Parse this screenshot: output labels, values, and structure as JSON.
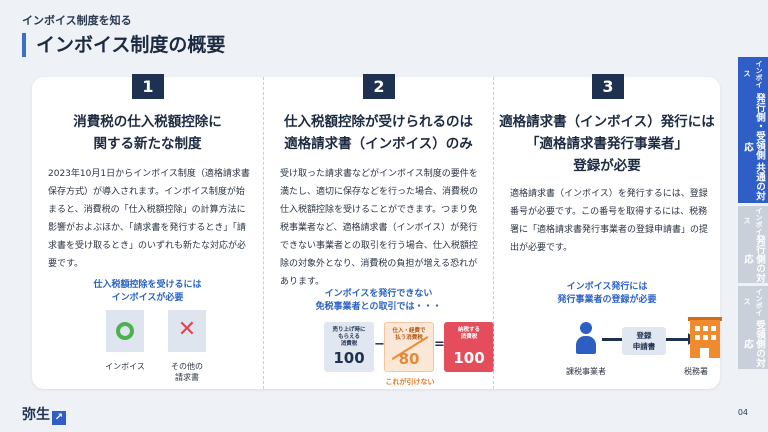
{
  "header": {
    "eyebrow": "インボイス制度を知る",
    "title": "インボイス制度の概要"
  },
  "columns": [
    {
      "number": "1",
      "heading": [
        "消費税の仕入税額控除に",
        "関する新たな制度"
      ],
      "body": "2023年10月1日からインボイス制度（適格請求書保存方式）が導入されます。インボイス制度が始まると、消費税の「仕入税額控除」の計算方法に影響がおよぶほか、「請求書を発行するとき」「請求書を受け取るとき」のいずれも新たな対応が必要です。",
      "callout": [
        "仕入税額控除を受けるには",
        "インボイスが必要"
      ],
      "items": [
        {
          "icon": "circle-ok-icon",
          "label": "インボイス"
        },
        {
          "icon": "cross-ng-icon",
          "label": "その他の\n請求書"
        }
      ]
    },
    {
      "number": "2",
      "heading": [
        "仕入税額控除が受けられるのは",
        "適格請求書（インボイス）のみ"
      ],
      "body": "受け取った請求書などがインボイス制度の要件を満たし、適切に保存などを行った場合、消費税の仕入税額控除を受けることができます。つまり免税事業者など、適格請求書（インボイス）が発行できない事業者との取引を行う場合、仕入税額控除の対象外となり、消費税の負担が増える恐れがあります。",
      "callout": [
        "インボイスを発行できない",
        "免税事業者との取引では・・・"
      ],
      "equation": {
        "a_label": "売り上げ時に\nもらえる\n消費税",
        "a_value": "100",
        "minus": "−",
        "b_label": "仕入・経費で\n払う消費税",
        "b_value": "80",
        "equals": "=",
        "c_label": "納税する\n消費税",
        "c_value": "100",
        "note": "これが引けない"
      }
    },
    {
      "number": "3",
      "heading": [
        "適格請求書（インボイス）発行には",
        "「適格請求書発行事業者」",
        "登録が必要"
      ],
      "body": "適格請求書（インボイス）を発行するには、登録番号が必要です。この番号を取得するには、税務署に「適格請求書発行事業者の登録申請書」の提出が必要です。",
      "callout": [
        "インボイス発行には",
        "発行事業者の登録が必要"
      ],
      "flow": {
        "from": "課税事業者",
        "form": "登録\n申請書",
        "to": "税務署"
      }
    }
  ],
  "side_tabs": [
    {
      "small": "インボイス",
      "label": "発行側・受領側 共通の対応",
      "active": true
    },
    {
      "small": "インボイス",
      "label": "発行側の対応",
      "active": false
    },
    {
      "small": "インボイス",
      "label": "受領側の対応",
      "active": false
    }
  ],
  "footer": {
    "logo": "弥生",
    "logo_mark": "↗",
    "page": "04"
  },
  "colors": {
    "accent": "#2e5ec6",
    "navy": "#1f3150",
    "ok": "#4bb24e",
    "ng": "#e84352",
    "orange": "#ef8a2f"
  }
}
